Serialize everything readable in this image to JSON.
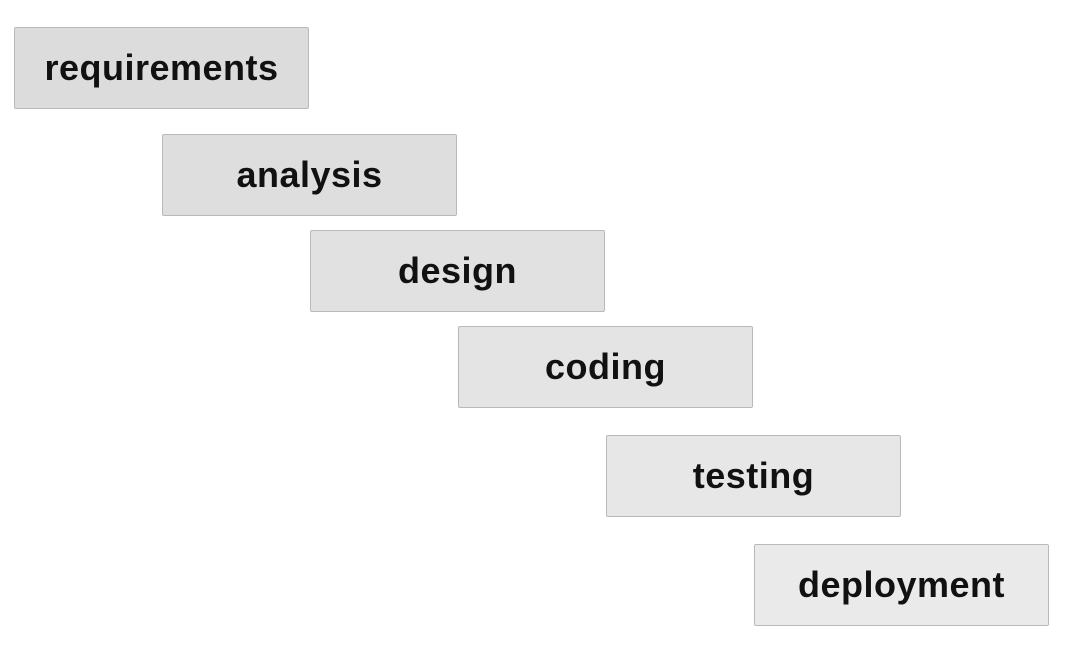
{
  "diagram": {
    "stages": [
      {
        "label": "requirements",
        "fill": "#dcdcdc"
      },
      {
        "label": "analysis",
        "fill": "#dedede"
      },
      {
        "label": "design",
        "fill": "#e1e1e1"
      },
      {
        "label": "coding",
        "fill": "#e4e4e4"
      },
      {
        "label": "testing",
        "fill": "#e7e7e7"
      },
      {
        "label": "deployment",
        "fill": "#eaeaea"
      }
    ]
  }
}
